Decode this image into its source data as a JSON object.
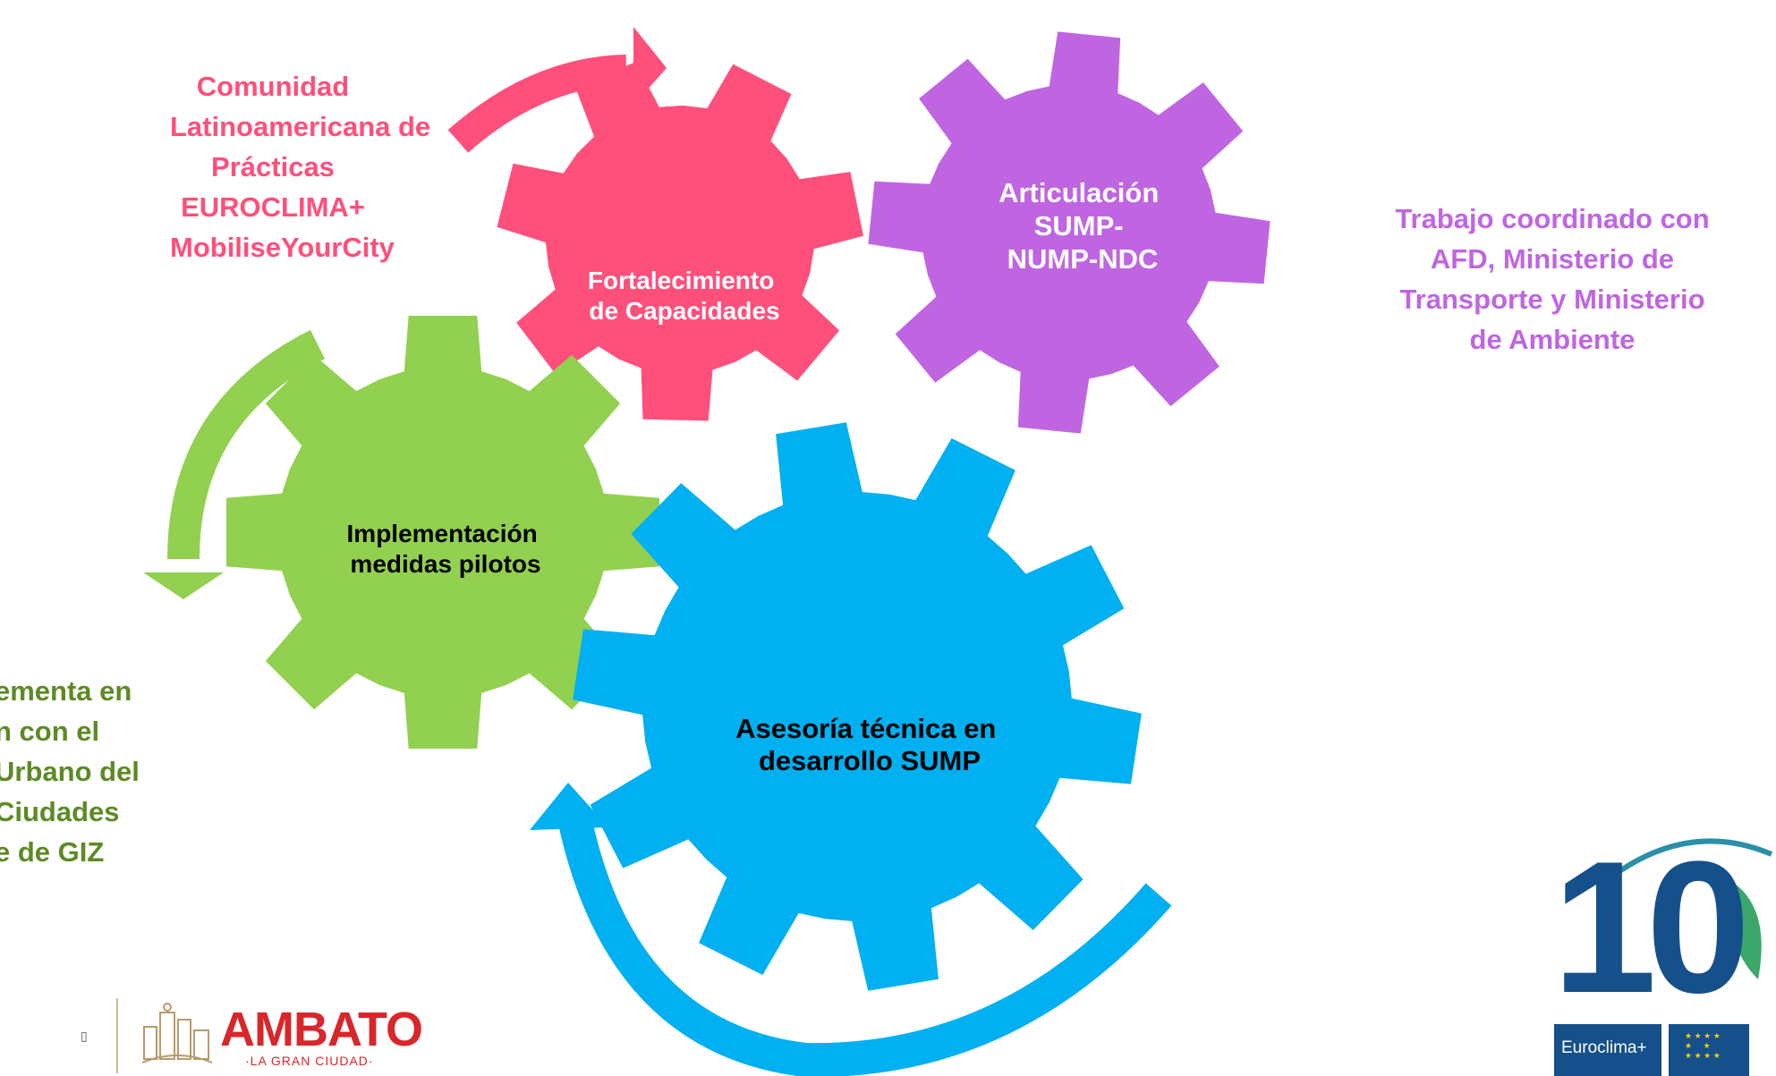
{
  "gears": {
    "strengthening": {
      "label_lines": [
        "Fortalecimiento",
        "de Capacidades"
      ],
      "color": "#ff4f7b"
    },
    "articulation": {
      "label_lines": [
        "Articulación",
        "SUMP-",
        "NUMP-NDC"
      ],
      "color": "#c065e2"
    },
    "pilots": {
      "label_lines": [
        "Implementación",
        "medidas pilotos"
      ],
      "color": "#92d050"
    },
    "advisory": {
      "label_lines": [
        "Asesoría técnica en",
        "desarrollo SUMP"
      ],
      "color": "#00b0f0"
    }
  },
  "notes": {
    "pink": {
      "lines": [
        "Comunidad",
        "Latinoamericana de",
        "Prácticas",
        "EUROCLIMA+",
        "MobiliseYourCity"
      ],
      "color": "#ff4f7b"
    },
    "purple": {
      "lines": [
        "Trabajo coordinado con",
        "AFD, Ministerio de",
        "Transporte y  Ministerio",
        "de Ambiente"
      ],
      "color": "#c065e2"
    },
    "green": {
      "lines": [
        "ementa en",
        "n con el",
        "Urbano del",
        "Ciudades",
        "e de GIZ"
      ],
      "color": "#5d8a24"
    }
  },
  "logos": {
    "ambato": {
      "name": "AMBATO",
      "tagline": "·LA GRAN CIUDAD·",
      "icon": "city-skyline-icon"
    },
    "anniversary": {
      "number": "10",
      "euroclima": "Euroclima+",
      "eu_icon": "eu-flag-icon",
      "leaf_icon": "leaf-icon"
    }
  },
  "arrows": [
    {
      "name": "pink-curved-arrow",
      "color": "#ff4f7b"
    },
    {
      "name": "green-curved-arrow",
      "color": "#92d050"
    },
    {
      "name": "blue-curved-arrow",
      "color": "#00b0f0"
    }
  ]
}
